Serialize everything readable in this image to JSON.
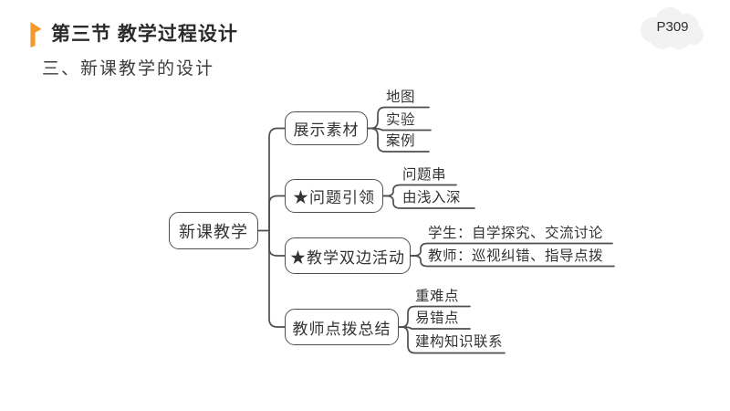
{
  "header": {
    "section_label": "第三节 教学过程设计",
    "subtitle": "三、新课教学的设计",
    "page_badge": "P309",
    "accent_color": "#F6992D"
  },
  "icons": {
    "flag_icon": "orange-flag-marker",
    "cloud_badge": "thought-cloud"
  },
  "mindmap": {
    "line_color": "#4f4f4f",
    "root": {
      "label": "新课教学"
    },
    "branches": [
      {
        "label": "展示素材",
        "children": [
          "地图",
          "实验",
          "案例"
        ]
      },
      {
        "label": "★问题引领",
        "children": [
          "问题串",
          "由浅入深"
        ]
      },
      {
        "label": "★教学双边活动",
        "children": [
          "学生：自学探究、交流讨论",
          "教师：巡视纠错、指导点拨"
        ]
      },
      {
        "label": "教师点拨总结",
        "children": [
          "重难点",
          "易错点",
          "建构知识联系"
        ]
      }
    ]
  }
}
